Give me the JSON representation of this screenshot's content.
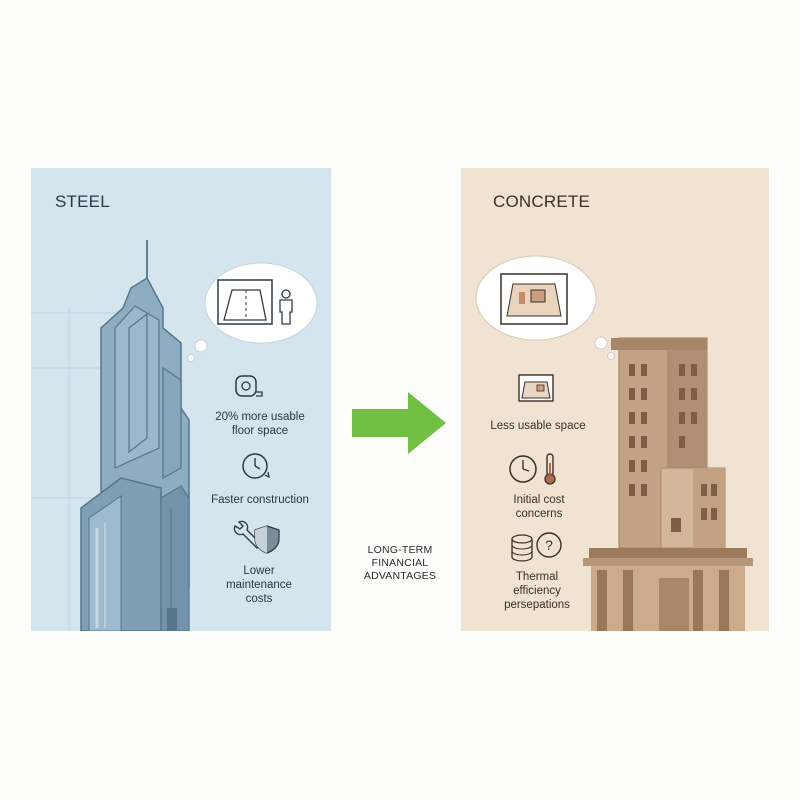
{
  "steel": {
    "title": "STEEL",
    "features": [
      {
        "line1": "20% more usable",
        "line2": "floor space",
        "icon": "tape-measure-icon"
      },
      {
        "line1": "Faster construction",
        "icon": "clock-arrow-icon"
      },
      {
        "line1": "Lower",
        "line2": "maintenance",
        "line3": "costs",
        "icon": "wrench-shield-icon"
      }
    ]
  },
  "concrete": {
    "title": "CONCRETE",
    "features": [
      {
        "line1": "Less usable space",
        "icon": "floor-plan-icon"
      },
      {
        "line1": "Initial cost",
        "line2": "concerns",
        "icon": "clock-thermometer-icon"
      },
      {
        "line1": "Thermal",
        "line2": "efficiency",
        "line3": "persepations",
        "icon": "coins-question-icon"
      }
    ]
  },
  "center": {
    "line1": "LONG-TERM",
    "line2": "FINANCIAL",
    "line3": "ADVANTAGES",
    "arrow_color": "#72c043"
  },
  "colors": {
    "steel_bg": "#d4e5ee",
    "concrete_bg": "#f1e3d2",
    "steel_building": "#7d9db3",
    "concrete_building": "#b48f72"
  }
}
